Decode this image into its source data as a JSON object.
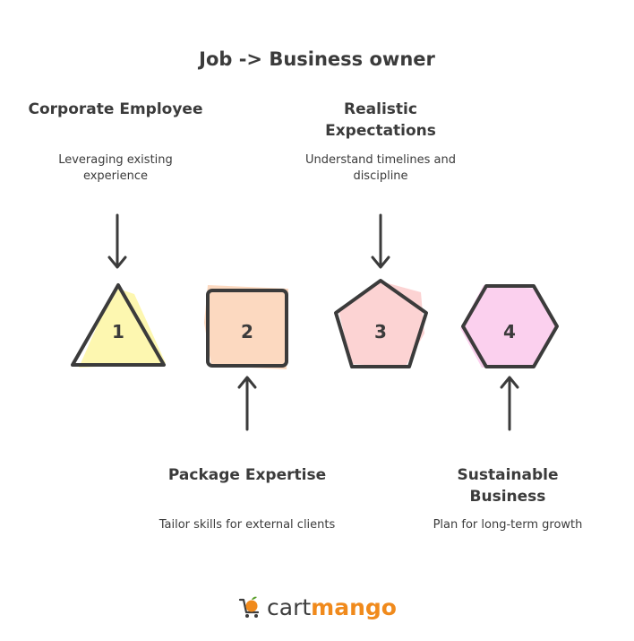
{
  "title": "Job -> Business owner",
  "steps": [
    {
      "number": "1",
      "title": "Corporate Employee",
      "description": "Leveraging existing experience",
      "fill": "#fdf7b0"
    },
    {
      "number": "2",
      "title": "Package Expertise",
      "description": "Tailor skills for external clients",
      "fill": "#fcd9c0"
    },
    {
      "number": "3",
      "title": "Realistic Expectations",
      "description": "Understand timelines and discipline",
      "fill": "#fcd3d3"
    },
    {
      "number": "4",
      "title": "Sustainable Business",
      "description": "Plan for long-term growth",
      "fill": "#fbd0ee"
    }
  ],
  "logo": {
    "part1": "cart",
    "part2": "mango",
    "icon": "cart-mango-icon"
  },
  "colors": {
    "stroke": "#3b3b3b",
    "brand": "#f08a1c"
  }
}
